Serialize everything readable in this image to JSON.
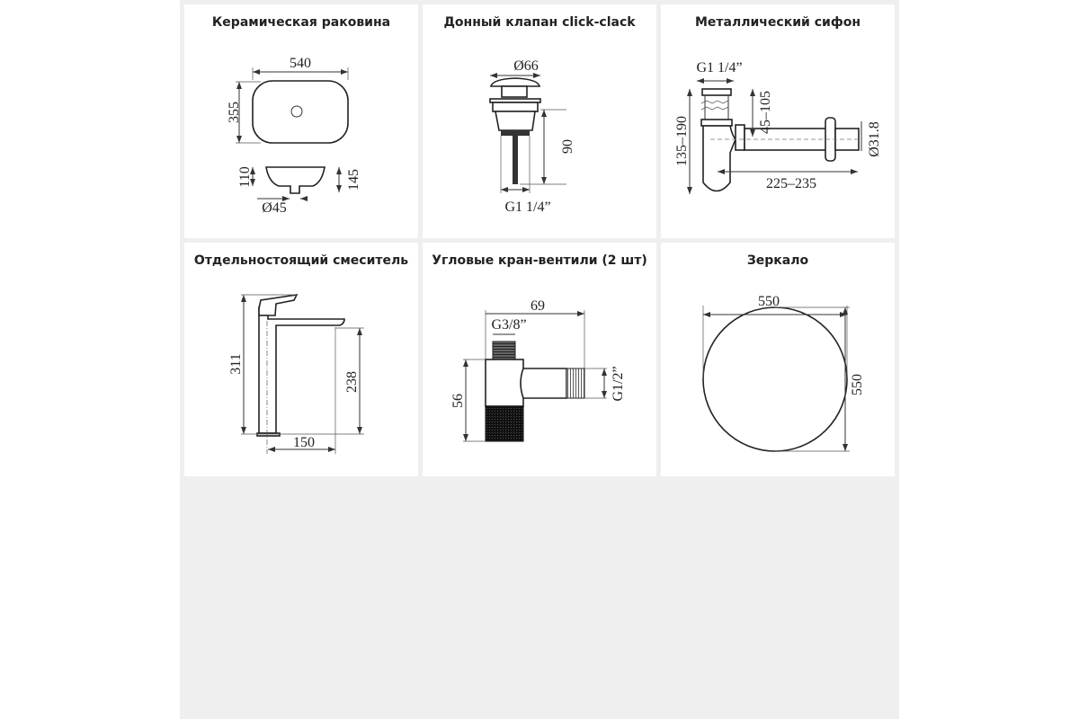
{
  "cards": [
    {
      "title": "Керамическая раковина",
      "dims": {
        "width": "540",
        "depth": "355",
        "inner_height": "110",
        "height": "145",
        "drain": "Ø45"
      }
    },
    {
      "title": "Донный клапан click-clack",
      "dims": {
        "cap": "Ø66",
        "height": "90",
        "thread": "G1 1/4”"
      }
    },
    {
      "title": "Металлический сифон",
      "dims": {
        "thread": "G1 1/4”",
        "height": "135–190",
        "inlet": "45–105",
        "pipe": "Ø31.8",
        "length": "225–235"
      }
    },
    {
      "title": "Отдельностоящий смеситель",
      "dims": {
        "height": "311",
        "spout_height": "238",
        "reach": "150"
      }
    },
    {
      "title": "Угловые кран-вентили (2 шт)",
      "dims": {
        "width": "69",
        "inlet": "G3/8”",
        "height": "56",
        "outlet": "G1/2”"
      }
    },
    {
      "title": "Зеркало",
      "dims": {
        "width": "550",
        "height": "550"
      }
    }
  ]
}
